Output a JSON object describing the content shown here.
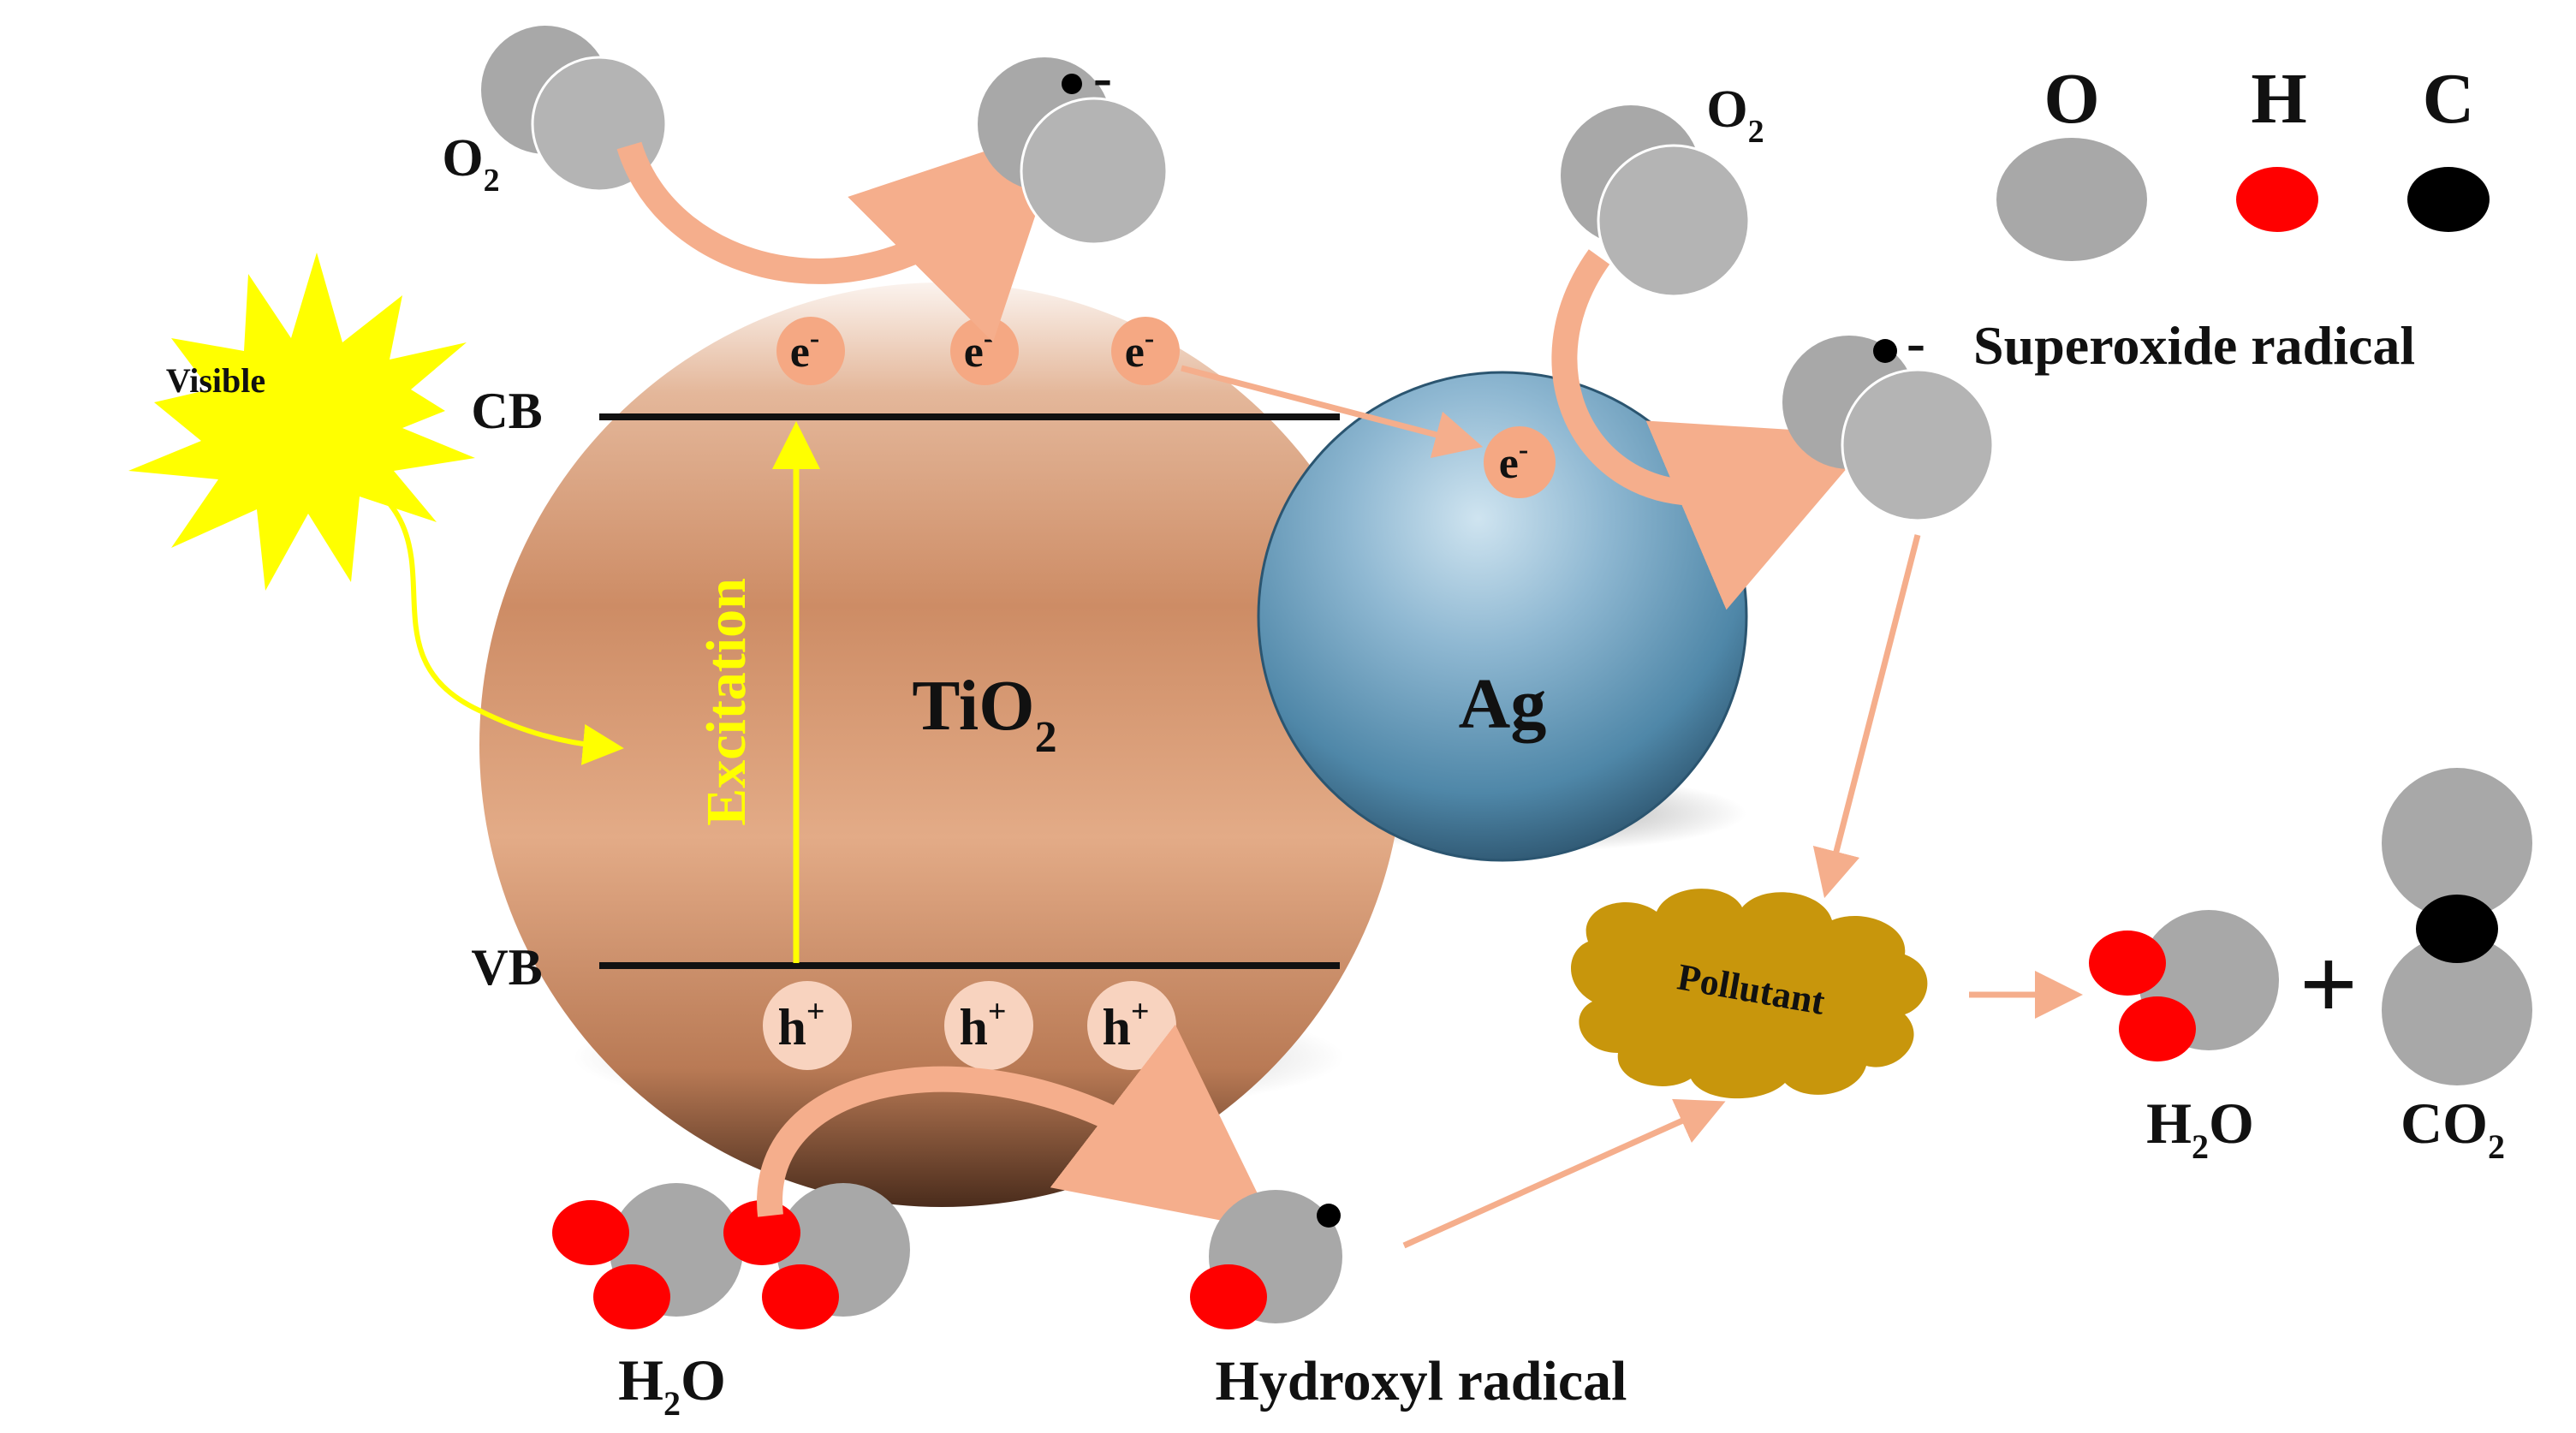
{
  "legend": {
    "oxygen_label": "O",
    "hydrogen_label": "H",
    "carbon_label": "C"
  },
  "particles": {
    "tio2": {
      "main": "TiO",
      "sub": "2"
    },
    "ag": "Ag"
  },
  "bands": {
    "cb": "CB",
    "vb": "VB"
  },
  "light": {
    "label": "Visible",
    "excitation": "Excitation"
  },
  "electron": {
    "main": "e",
    "sup": "-"
  },
  "hole": {
    "main": "h",
    "sup": "+"
  },
  "labels": {
    "o2": {
      "main": "O",
      "sub": "2"
    },
    "superoxide": "Superoxide radical",
    "superoxide_charge": "-",
    "o2_top_charge": "-",
    "pollutant": "Pollutant",
    "water": {
      "main": "H",
      "sub": "2",
      "tail": "O"
    },
    "hydroxyl": "Hydroxyl radical",
    "co2": {
      "main": "CO",
      "sub": "2"
    },
    "plus": "+"
  },
  "colors": {
    "tio2": "#c98a62",
    "ag": "#4f87a8",
    "oxygen": "#a8a8a8",
    "hydrogen": "#ff0000",
    "carbon": "#000000",
    "electron": "#f5a883",
    "hole": "#f8d3bf",
    "arrow": "#f5ae8c",
    "light": "#ffff00",
    "pollutant": "#c8960c"
  }
}
